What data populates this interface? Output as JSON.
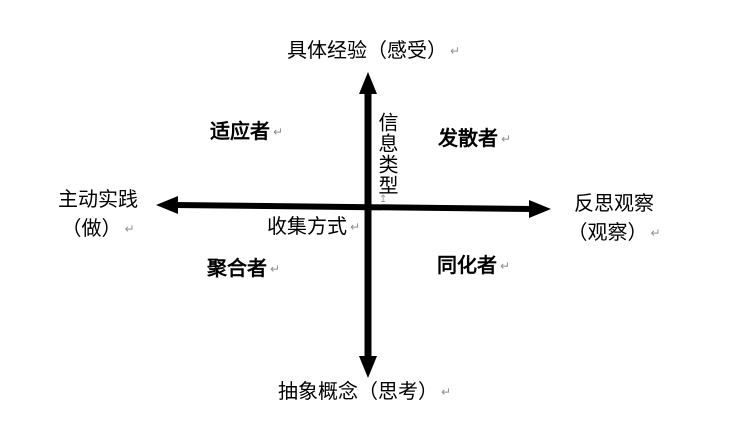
{
  "diagram": {
    "title_semantic": "learning-style-quadrant",
    "colors": {
      "background": "#ffffff",
      "line": "#000000",
      "text": "#000000",
      "paragraph_mark": "#8f8f8f"
    },
    "axes": {
      "top": "具体经验（感受）",
      "bottom": "抽象概念（思考）",
      "left": {
        "line1": "主动实践",
        "line2": "（做）"
      },
      "right": {
        "line1": "反思观察",
        "line2": "（观察）"
      },
      "vertical_center": "信息类型",
      "horizontal_center": "收集方式"
    },
    "quadrants": {
      "top_left": "适应者",
      "top_right": "发散者",
      "bottom_left": "聚合者",
      "bottom_right": "同化者"
    },
    "marks": {
      "paragraph": "↵",
      "anchor": "↥"
    }
  }
}
